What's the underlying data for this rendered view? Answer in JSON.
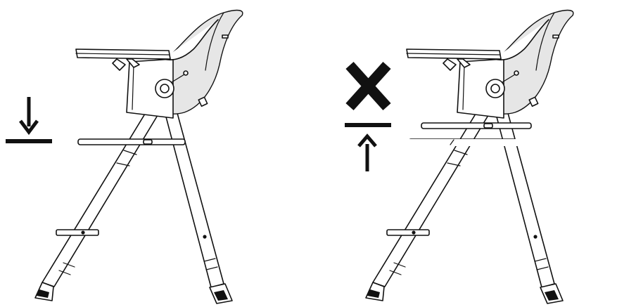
{
  "figure": {
    "panels": [
      {
        "id": "left",
        "footrest_level": "low",
        "marker": "down-arrow-to-line"
      },
      {
        "id": "right",
        "footrest_level": "high",
        "marker": "cross-over-up-arrow"
      }
    ],
    "colors": {
      "line": "#111111",
      "shade": "#e6e6e6",
      "background": "#ffffff"
    },
    "icons": [
      "down-arrow-icon",
      "baseline-bar",
      "cross-icon",
      "up-arrow-icon"
    ]
  }
}
